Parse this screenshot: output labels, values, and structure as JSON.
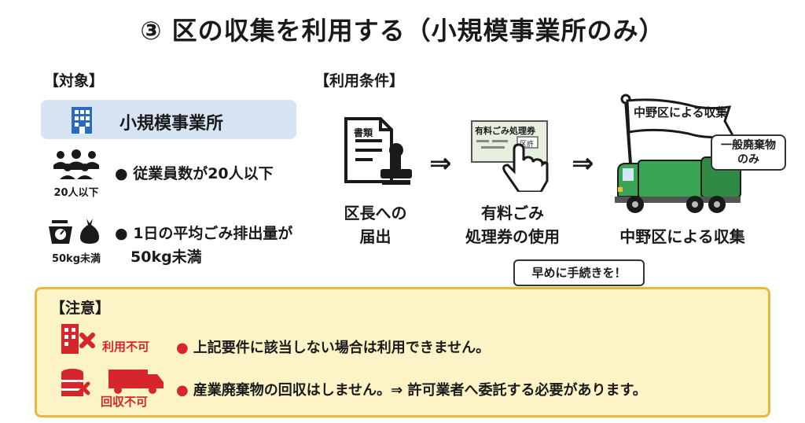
{
  "title": "③ 区の収集を利用する（小規模事業所のみ）",
  "target": {
    "label": "【対象】",
    "business": "小規模事業所",
    "employees_caption": "20人以下",
    "employees_text": "● 従業員数が20人以下",
    "waste_caption": "50kg未満",
    "waste_line1": "● 1日の平均ごみ排出量が",
    "waste_line2": "50kg未満"
  },
  "conditions": {
    "label": "【利用条件】",
    "doc_tag": "書類",
    "step1_line1": "区長への",
    "step1_line2": "届出",
    "ticket_text": "有料ごみ処理券",
    "ticket_stamp": "区許",
    "step2_line1": "有料ごみ",
    "step2_line2": "処理券の使用",
    "flag_text": "中野区による収集",
    "bubble_line1": "一般廃棄物",
    "bubble_line2": "のみ",
    "step3": "中野区による収集",
    "hurry": "早めに手続きを！",
    "arrow": "⇒"
  },
  "caution": {
    "label": "【注意】",
    "cap1": "利用不可",
    "note1": "上記要件に該当しない場合は利用できません。",
    "cap2": "回収不可",
    "note2": "産業廃棄物の回収はしません。⇒ 許可業者へ委託する必要があります。"
  },
  "colors": {
    "accent_red": "#d6252b",
    "box_blue": "#d6e4f3",
    "caution_bg": "#fcf3c6",
    "caution_border": "#e7b93a",
    "truck_green": "#3aa655"
  }
}
